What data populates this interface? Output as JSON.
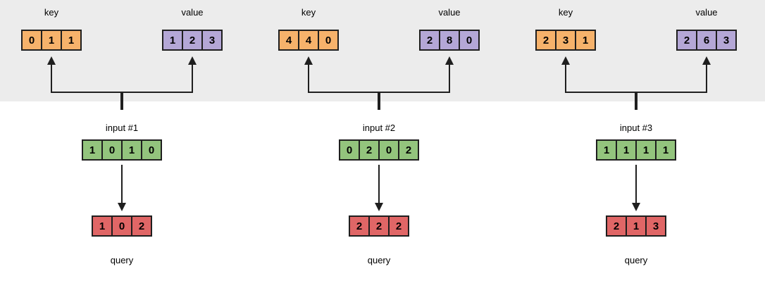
{
  "groups": [
    {
      "key_label": "key",
      "value_label": "value",
      "input_label": "input #1",
      "query_label": "query",
      "key": [
        "0",
        "1",
        "1"
      ],
      "value": [
        "1",
        "2",
        "3"
      ],
      "input": [
        "1",
        "0",
        "1",
        "0"
      ],
      "query": [
        "1",
        "0",
        "2"
      ]
    },
    {
      "key_label": "key",
      "value_label": "value",
      "input_label": "input #2",
      "query_label": "query",
      "key": [
        "4",
        "4",
        "0"
      ],
      "value": [
        "2",
        "8",
        "0"
      ],
      "input": [
        "0",
        "2",
        "0",
        "2"
      ],
      "query": [
        "2",
        "2",
        "2"
      ]
    },
    {
      "key_label": "key",
      "value_label": "value",
      "input_label": "input #3",
      "query_label": "query",
      "key": [
        "2",
        "3",
        "1"
      ],
      "value": [
        "2",
        "6",
        "3"
      ],
      "input": [
        "1",
        "1",
        "1",
        "1"
      ],
      "query": [
        "2",
        "1",
        "3"
      ]
    }
  ],
  "colors": {
    "key_fill": "#f6b26b",
    "value_fill": "#b4a7d6",
    "input_fill": "#93c47d",
    "query_fill": "#e06666",
    "band_fill": "#ececec",
    "line": "#1f1f1f"
  }
}
